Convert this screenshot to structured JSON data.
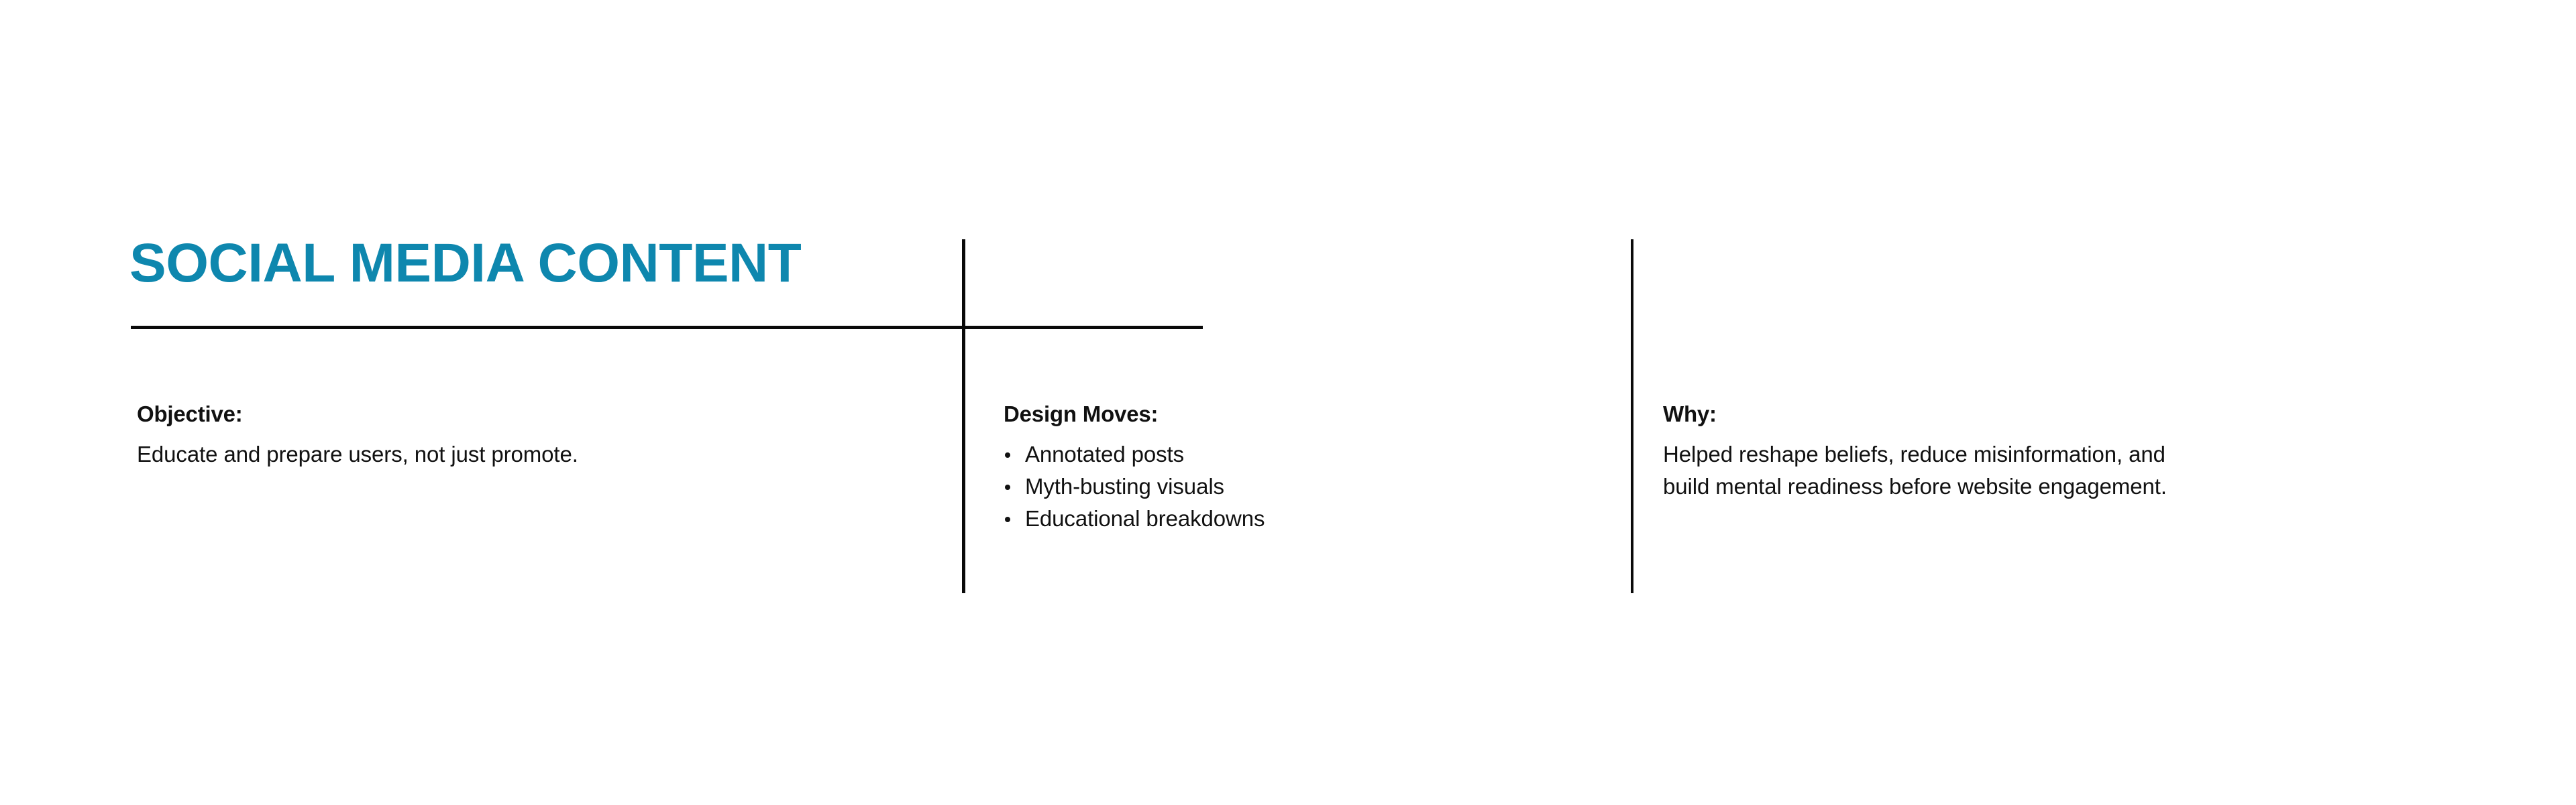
{
  "slide": {
    "background_color": "#ffffff",
    "title": "SOCIAL MEDIA CONTENT",
    "title_color": "#0e87ae",
    "text_color": "#111111",
    "rule_color": "#0a0a0a"
  },
  "columns": {
    "objective": {
      "heading": "Objective:",
      "body": "Educate and prepare users, not just promote."
    },
    "design_moves": {
      "heading": "Design Moves:",
      "bullets": [
        "Annotated posts",
        "Myth-busting visuals",
        "Educational breakdowns"
      ]
    },
    "why": {
      "heading": "Why:",
      "body_line_1": "Helped reshape beliefs, reduce misinformation, and",
      "body_line_2": "build mental readiness before website engagement."
    }
  }
}
